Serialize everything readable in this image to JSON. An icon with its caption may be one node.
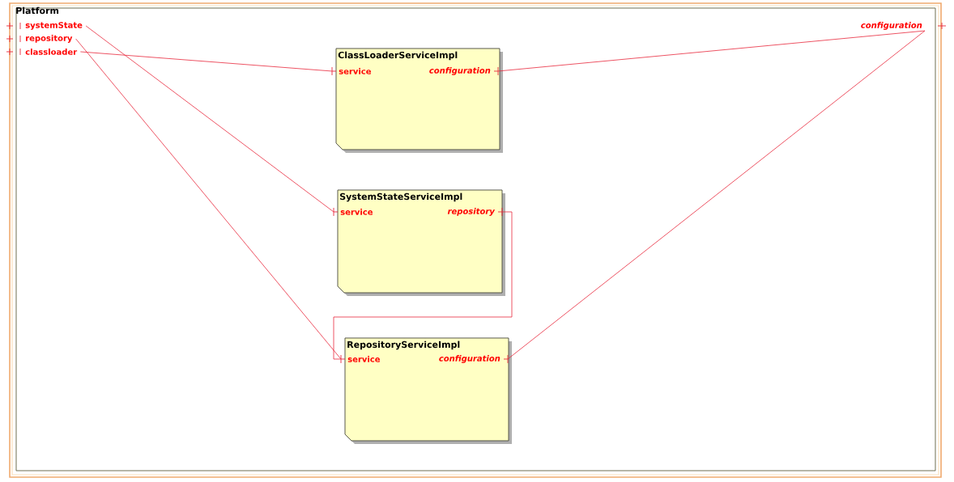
{
  "diagram": {
    "nodes": [
      {
        "text": [
          "Platform"
        ]
      },
      {
        "text": [
          "systemState"
        ],
        "in": 0
      },
      {
        "text": [
          "repository"
        ],
        "in": 0
      },
      {
        "text": [
          "classloader"
        ],
        "in": 0
      },
      {
        "text": [
          "configuration"
        ],
        "in": 0
      },
      {
        "text": [
          "ClassLoaderServiceImpl"
        ],
        "in": 0
      },
      {
        "text": [
          "service"
        ],
        "in": 5
      },
      {
        "text": [
          "configuration"
        ],
        "in": 5
      },
      {
        "text": [
          "SystemStateServiceImpl"
        ],
        "in": 0
      },
      {
        "text": [
          "service"
        ],
        "in": 8
      },
      {
        "text": [
          "repository"
        ],
        "in": 8
      },
      {
        "text": [
          "RepositoryServiceImpl"
        ],
        "in": 0
      },
      {
        "text": [
          "service"
        ],
        "in": 11
      },
      {
        "text": [
          "configuration"
        ],
        "in": 11
      }
    ],
    "edges": [
      {
        "from": 3,
        "to": 6,
        "arrow": "none"
      },
      {
        "from": 1,
        "to": 9,
        "arrow": "none"
      },
      {
        "from": 2,
        "to": 12,
        "arrow": "none"
      },
      {
        "from": 10,
        "to": 12,
        "arrow": "none"
      },
      {
        "from": 4,
        "to": 7,
        "arrow": "none"
      },
      {
        "from": 4,
        "to": 13,
        "arrow": "none"
      }
    ]
  }
}
